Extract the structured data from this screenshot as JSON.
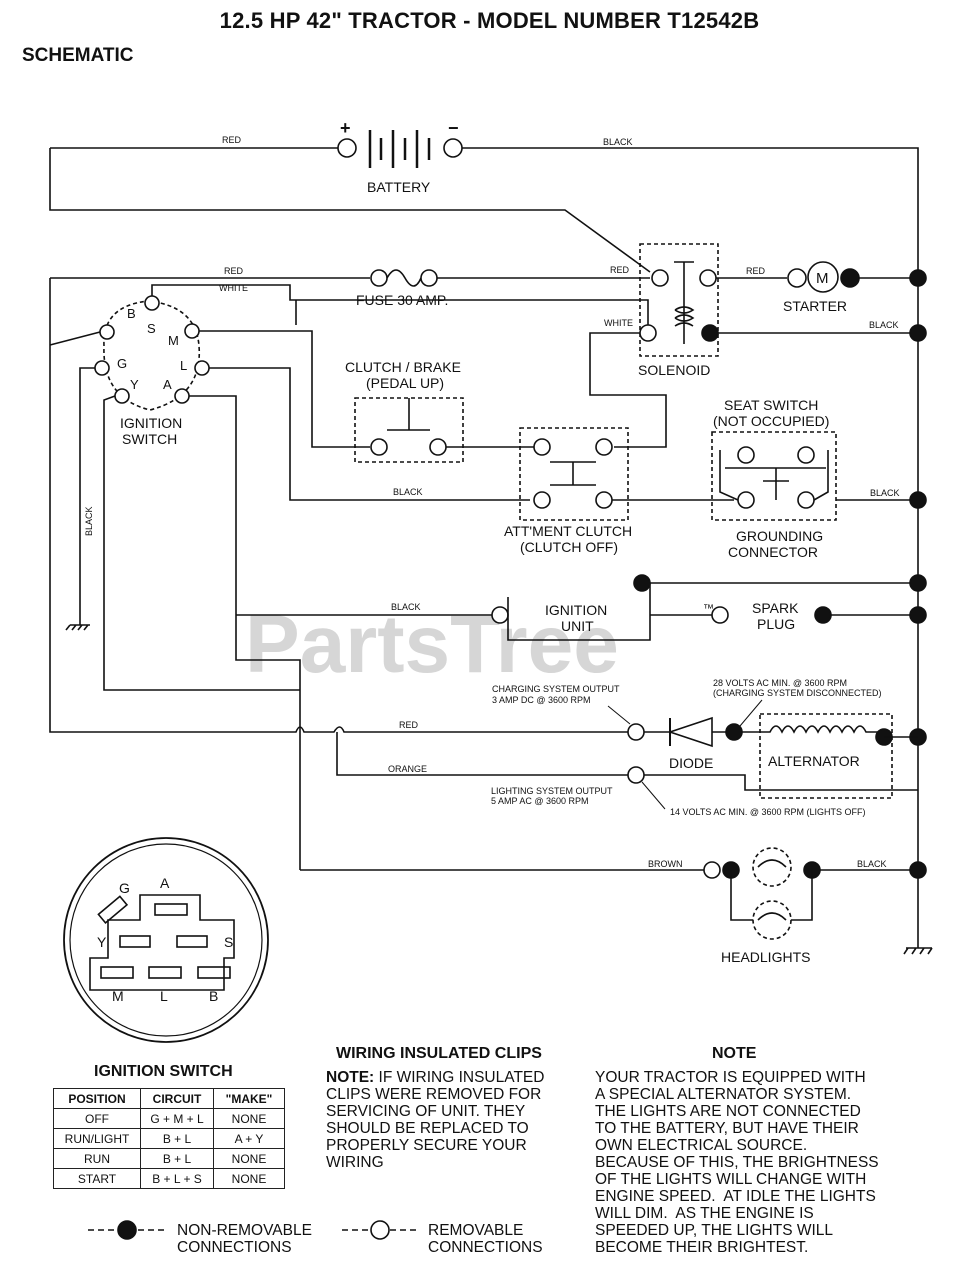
{
  "title": "12.5 HP 42\" TRACTOR - MODEL NUMBER T12542B",
  "subtitle": "SCHEMATIC",
  "watermark": "PartsTree",
  "watermark_mark": "™",
  "components": {
    "battery": "BATTERY",
    "battery_plus": "+",
    "battery_minus": "−",
    "fuse": "FUSE 30 AMP.",
    "starter": "STARTER",
    "starter_symbol": "M",
    "solenoid": "SOLENOID",
    "ignition_switch_line1": "IGNITION",
    "ignition_switch_line2": "SWITCH",
    "clutch_brake_line1": "CLUTCH / BRAKE",
    "clutch_brake_line2": "(PEDAL UP)",
    "attachment_clutch_line1": "ATT'MENT CLUTCH",
    "attachment_clutch_line2": "(CLUTCH OFF)",
    "seat_switch_line1": "SEAT SWITCH",
    "seat_switch_line2": "(NOT OCCUPIED)",
    "grounding_connector_line1": "GROUNDING",
    "grounding_connector_line2": "CONNECTOR",
    "ignition_unit_line1": "IGNITION",
    "ignition_unit_line2": "UNIT",
    "spark_plug_line1": "SPARK",
    "spark_plug_line2": "PLUG",
    "diode": "DIODE",
    "alternator": "ALTERNATOR",
    "headlights": "HEADLIGHTS"
  },
  "switch_terminals": [
    "B",
    "S",
    "M",
    "G",
    "L",
    "Y",
    "A"
  ],
  "wires": {
    "red": "RED",
    "black": "BLACK",
    "white": "WHITE",
    "orange": "ORANGE",
    "brown": "BROWN"
  },
  "annotations": {
    "charging_output_line1": "CHARGING SYSTEM OUTPUT",
    "charging_output_line2": "3 AMP DC @ 3600 RPM",
    "volts28_line1": "28 VOLTS AC MIN. @ 3600 RPM",
    "volts28_line2": "(CHARGING SYSTEM DISCONNECTED)",
    "lighting_output_line1": "LIGHTING SYSTEM OUTPUT",
    "lighting_output_line2": "5 AMP AC @ 3600 RPM",
    "volts14": "14 VOLTS AC MIN. @ 3600 RPM (LIGHTS OFF)"
  },
  "ignition_switch_table": {
    "title": "IGNITION SWITCH",
    "headers": [
      "POSITION",
      "CIRCUIT",
      "\"MAKE\""
    ],
    "rows": [
      [
        "OFF",
        "G + M + L",
        "NONE"
      ],
      [
        "RUN/LIGHT",
        "B + L",
        "A + Y"
      ],
      [
        "RUN",
        "B + L",
        "NONE"
      ],
      [
        "START",
        "B + L + S",
        "NONE"
      ]
    ]
  },
  "wiring_clips": {
    "title": "WIRING INSULATED CLIPS",
    "prefix": "NOTE:",
    "text": " IF WIRING INSULATED\nCLIPS WERE REMOVED FOR\nSERVICING OF UNIT. THEY\nSHOULD BE REPLACED TO\nPROPERLY SECURE YOUR\nWIRING"
  },
  "note": {
    "title": "NOTE",
    "text": "YOUR TRACTOR IS EQUIPPED WITH\nA SPECIAL ALTERNATOR SYSTEM.\nTHE LIGHTS ARE NOT CONNECTED\nTO THE BATTERY, BUT HAVE THEIR\nOWN ELECTRICAL SOURCE.\nBECAUSE OF THIS, THE BRIGHTNESS\nOF THE LIGHTS WILL CHANGE WITH\nENGINE SPEED.  AT IDLE THE LIGHTS\nWILL DIM.  AS THE ENGINE IS\nSPEEDED UP, THE LIGHTS WILL\nBECOME THEIR BRIGHTEST."
  },
  "legend": {
    "non_removable_line1": "NON-REMOVABLE",
    "non_removable_line2": "CONNECTIONS",
    "removable_line1": "REMOVABLE",
    "removable_line2": "CONNECTIONS"
  }
}
